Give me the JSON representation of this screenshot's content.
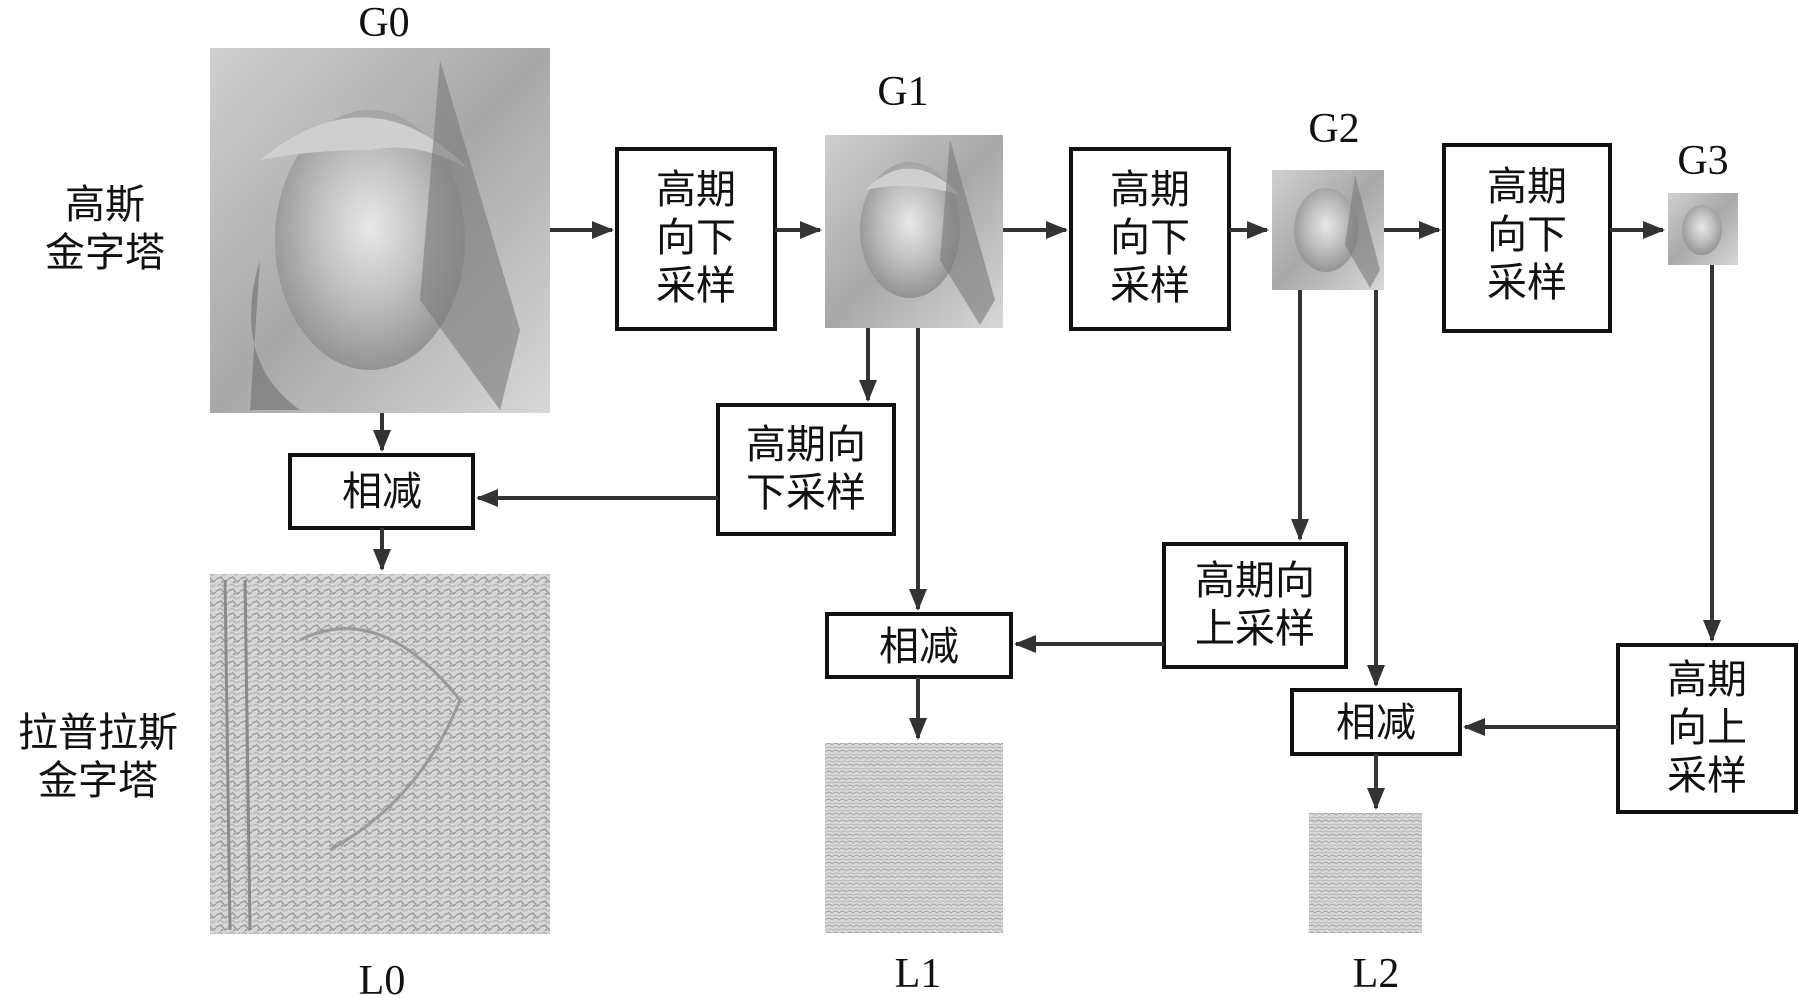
{
  "side_labels": {
    "gaussian": [
      "高斯",
      "金字塔"
    ],
    "laplacian": [
      "拉普拉斯",
      "金字塔"
    ]
  },
  "image_labels": {
    "g0": "G0",
    "g1": "G1",
    "g2": "G2",
    "g3": "G3",
    "l0": "L0",
    "l1": "L1",
    "l2": "L2"
  },
  "boxes": {
    "down1": [
      "高期",
      "向下",
      "采样"
    ],
    "down2": [
      "高期",
      "向下",
      "采样"
    ],
    "down3": [
      "高期",
      "向下",
      "采样"
    ],
    "up_g1": [
      "高期向",
      "下采样"
    ],
    "up_g2": [
      "高期向",
      "上采样"
    ],
    "up_g3": [
      "高期",
      "向上",
      "采样"
    ],
    "sub0": "相减",
    "sub1": "相减",
    "sub2": "相减"
  },
  "colors": {
    "line": "#333333",
    "box_border": "#111111",
    "background": "#ffffff"
  }
}
